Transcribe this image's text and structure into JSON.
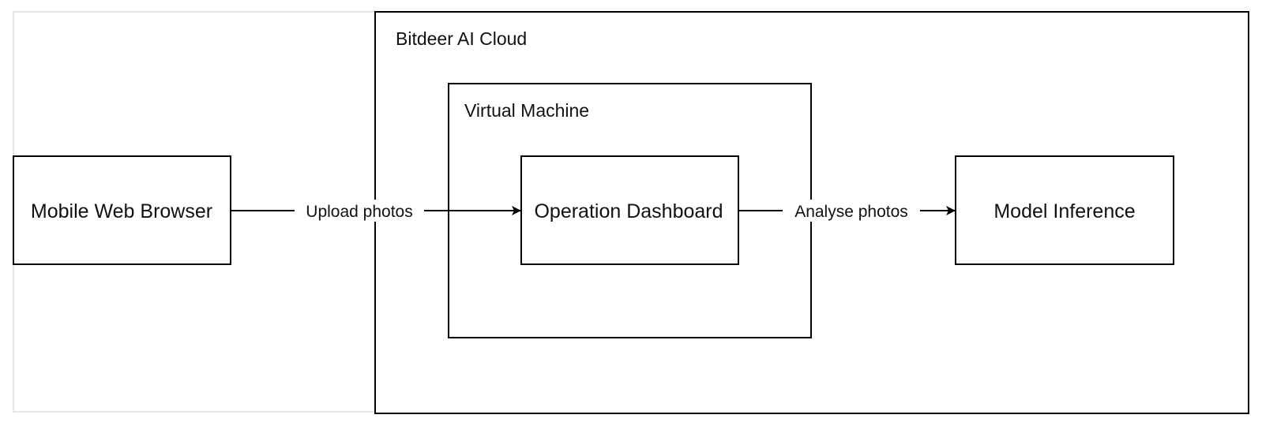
{
  "containers": {
    "cloud": {
      "label": "Bitdeer AI Cloud"
    },
    "vm": {
      "label": "Virtual Machine"
    }
  },
  "nodes": {
    "browser": {
      "label": "Mobile Web Browser"
    },
    "dashboard": {
      "label": "Operation Dashboard"
    },
    "inference": {
      "label": "Model Inference"
    }
  },
  "edges": {
    "upload": {
      "label": "Upload photos",
      "from": "Mobile Web Browser",
      "to": "Operation Dashboard"
    },
    "analyse": {
      "label": "Analyse photos",
      "from": "Operation Dashboard",
      "to": "Model Inference"
    }
  },
  "colors": {
    "stroke": "#000000",
    "outer_frame": "#e6e6e6",
    "text": "#111111",
    "background": "#ffffff"
  }
}
